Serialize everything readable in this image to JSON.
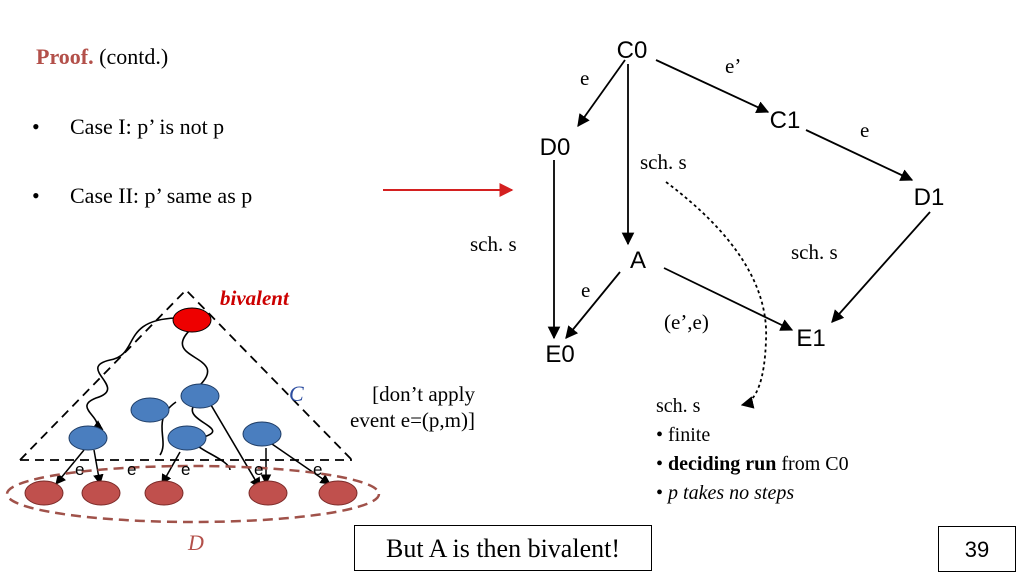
{
  "slide": {
    "title_bold": "Proof.",
    "title_rest": " (contd.)",
    "bullets": [
      {
        "mark": "•",
        "text": "Case I: p’ is not p"
      },
      {
        "mark": "•",
        "text": "Case II: p’ same as p"
      }
    ],
    "page_number": "39"
  },
  "graph": {
    "nodes": {
      "c0": "C0",
      "c1": "C1",
      "d0": "D0",
      "d1": "D1",
      "a": "A",
      "e0": "E0",
      "e1": "E1"
    },
    "edge_labels": {
      "c0_d0": "e",
      "c0_c1": "e’",
      "c1_d1": "e",
      "d0_e0": "sch. s",
      "c0_a": "sch. s",
      "d1_e1": "sch. s",
      "a_e0": "e",
      "a_e1": "(e’,e)"
    }
  },
  "triangle": {
    "top_label": "bivalent",
    "c_label": "C",
    "d_label": "D",
    "leaf_edge_labels": [
      "e",
      "e",
      "e",
      "e",
      "e"
    ],
    "note": "[don’t apply event e=(p,m)]"
  },
  "notes": {
    "heading": "sch. s",
    "items": [
      {
        "mark": "•",
        "bold": "",
        "text": " finite",
        "italic": false
      },
      {
        "mark": "•",
        "bold": "deciding run",
        "text": " from C0",
        "italic": false
      },
      {
        "mark": "•",
        "bold": "",
        "text": " p takes no steps",
        "italic": true
      }
    ]
  },
  "callout": "But A is then bivalent!",
  "colors": {
    "title_accent": "#b3504a",
    "arrow_red": "#d42020",
    "bivalent_red": "#ee0000",
    "node_blue": "#4a7ebf",
    "leaf_red": "#c0504d",
    "ellipse_border": "#a0524a",
    "c_label_blue": "#2c4da0"
  }
}
